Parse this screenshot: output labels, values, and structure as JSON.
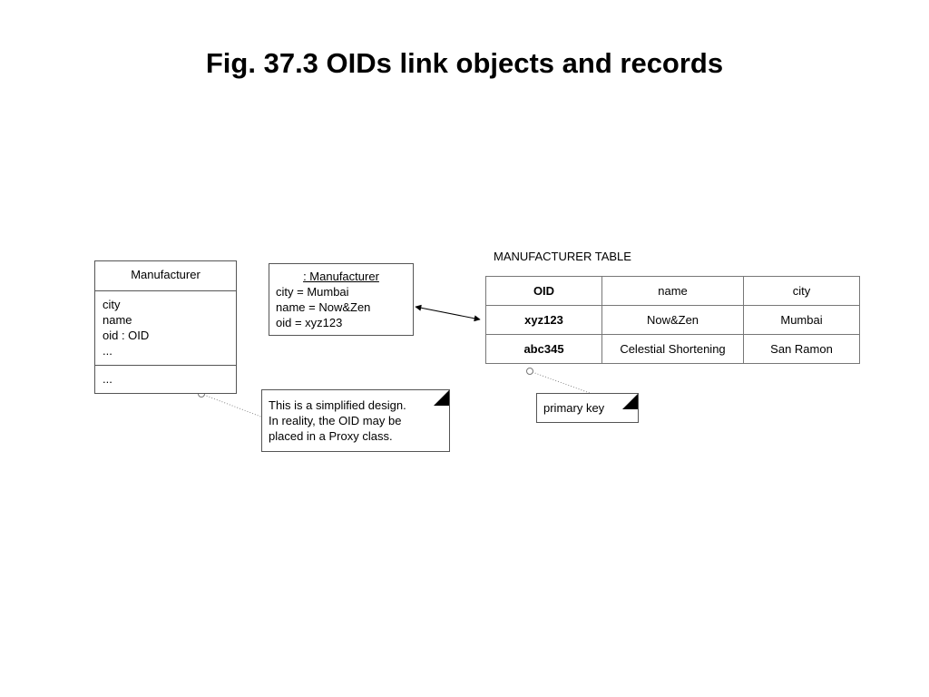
{
  "title": "Fig. 37.3  OIDs link objects and records",
  "class_box": {
    "name": "Manufacturer",
    "attributes": [
      "city",
      "name",
      "oid : OID",
      "..."
    ],
    "operations": [
      "..."
    ]
  },
  "instance_box": {
    "name": ": Manufacturer",
    "values": [
      "city = Mumbai",
      "name = Now&Zen",
      "oid = xyz123"
    ]
  },
  "table": {
    "caption": "MANUFACTURER TABLE",
    "headers": [
      "OID",
      "name",
      "city"
    ],
    "rows": [
      [
        "xyz123",
        "Now&Zen",
        "Mumbai"
      ],
      [
        "abc345",
        "Celestial Shortening",
        "San Ramon"
      ]
    ]
  },
  "notes": {
    "design": [
      "This is a simplified design.",
      "In reality, the OID may be",
      "placed in a Proxy class."
    ],
    "primary_key": "primary key"
  }
}
